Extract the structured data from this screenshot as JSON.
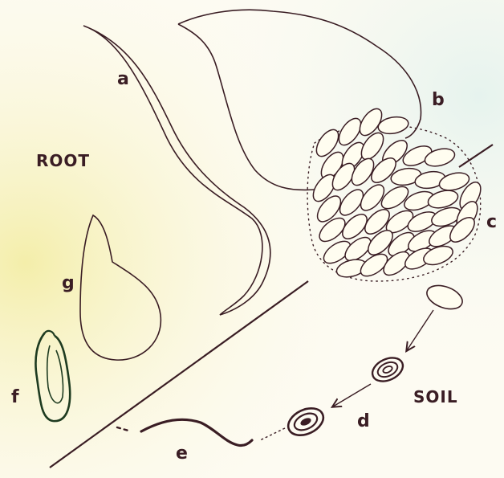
{
  "labels": {
    "a": "a",
    "b": "b",
    "c": "c",
    "d": "d",
    "e": "e",
    "f": "f",
    "g": "g",
    "root": "ROOT",
    "soil": "SOIL"
  },
  "colors": {
    "paper": "#fdfbf2",
    "ink": "#3a1d24",
    "egg_fill": "#fffdf0",
    "left_glow": "#f4eeaa",
    "right_glow": "#e6f3ee"
  }
}
